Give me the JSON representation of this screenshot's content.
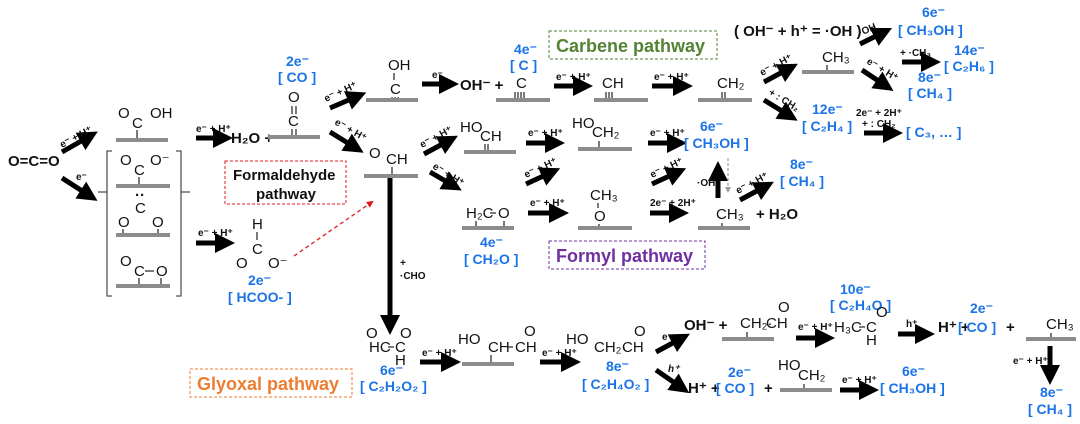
{
  "title": "CO2 reduction pathways",
  "reactant": "O=C=O",
  "step_labels": {
    "e_H": "e⁻ + H⁺",
    "e": "e⁻",
    "h": "h⁺",
    "two_e_two_H": "2e⁻ + 2H⁺",
    "oh_radical": "·OH",
    "plus_ch3": "+ ·CH₃",
    "plus_ch2": "+ : CH₂",
    "plus_cho_sign": "+",
    "plus_cho": "·CHO"
  },
  "species": {
    "cooh": "O=C–OH",
    "h2o_plus": "H₂O +",
    "oh_minus_plus": "OH⁻ +",
    "h_plus_plus": "H⁺ +",
    "plus": "+",
    "plus_h2o": "+ H₂O",
    "radical_eq": "( OH⁻ + h⁺ = ·OH )"
  },
  "products": [
    {
      "id": "co_top",
      "electrons": "2e⁻",
      "formula": "[ CO ]"
    },
    {
      "id": "c",
      "electrons": "4e⁻",
      "formula": "[ C ]"
    },
    {
      "id": "ch3oh_top",
      "electrons": "6e⁻",
      "formula": "[ CH₃OH ]"
    },
    {
      "id": "c2h6",
      "electrons": "14e⁻",
      "formula": "[ C₂H₆ ]"
    },
    {
      "id": "ch4_top",
      "electrons": "8e⁻",
      "formula": "[ CH₄ ]"
    },
    {
      "id": "c2h4",
      "electrons": "12e⁻",
      "formula": "[ C₂H₄ ]"
    },
    {
      "id": "c3",
      "electrons": "",
      "formula": "[ C₃, … ]"
    },
    {
      "id": "ch3oh_mid",
      "electrons": "6e⁻",
      "formula": "[ CH₃OH ]"
    },
    {
      "id": "ch4_mid",
      "electrons": "8e⁻",
      "formula": "[ CH₄ ]"
    },
    {
      "id": "ch2o",
      "electrons": "4e⁻",
      "formula": "[ CH₂O ]"
    },
    {
      "id": "hcoo",
      "electrons": "2e⁻",
      "formula": "[ HCOO- ]"
    },
    {
      "id": "c2h2o2",
      "electrons": "6e⁻",
      "formula": "[ C₂H₂O₂ ]"
    },
    {
      "id": "c2h4o2",
      "electrons": "8e⁻",
      "formula": "[ C₂H₄O₂ ]"
    },
    {
      "id": "c2h4o",
      "electrons": "10e⁻",
      "formula": "[ C₂H₄O ]"
    },
    {
      "id": "co_bottom_mid",
      "electrons": "2e⁻",
      "formula": "[ CO ]"
    },
    {
      "id": "co_bottom_right",
      "electrons": "2e⁻",
      "formula": "[ CO ]"
    },
    {
      "id": "ch3oh_bottom",
      "electrons": "6e⁻",
      "formula": "[ CH₃OH ]"
    },
    {
      "id": "ch4_bottom",
      "electrons": "8e⁻",
      "formula": "[ CH₄ ]"
    }
  ],
  "pathways": [
    {
      "id": "carbene",
      "label": "Carbene pathway",
      "color": "#548235"
    },
    {
      "id": "formaldehyde",
      "label": "Formaldehyde\npathway",
      "label_line1": "Formaldehyde",
      "label_line2": "pathway",
      "color": "#e31a1c"
    },
    {
      "id": "formyl",
      "label": "Formyl pathway",
      "color": "#7030a0"
    },
    {
      "id": "glyoxal",
      "label": "Glyoxal pathway",
      "color": "#ed7d31"
    }
  ],
  "molecule_text": {
    "OH": "OH",
    "C": "C",
    "O": "O",
    "CH": "CH",
    "CH2": "CH₂",
    "CH3": "CH₃",
    "HO": "HO",
    "H": "H",
    "Ominus": "O⁻",
    "H2C": "H₂C",
    "HC": "HC",
    "H3C": "H₃C",
    "CH2dot": "CH₂·",
    "dots": "··"
  },
  "colors": {
    "product_blue": "#1a73e8",
    "surface_gray": "#8c8c8c"
  }
}
